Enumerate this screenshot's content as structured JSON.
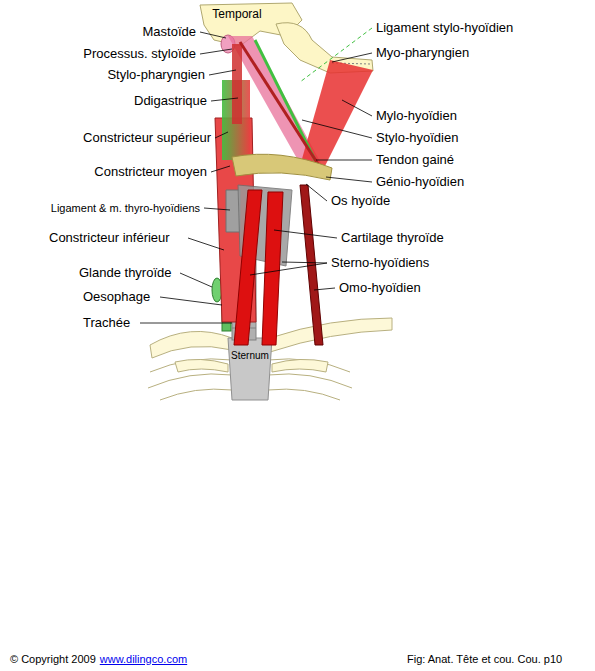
{
  "diagram": {
    "labels": [
      "Temporal",
      "Mastoïde",
      "Processus. styloïde",
      "Stylo-pharyngien",
      "Ddigastrique",
      "Constricteur supérieur",
      "Constricteur moyen",
      "Ligament & m. thyro-hyoïdiens",
      "Constricteur inférieur",
      "Glande thyroïde",
      "Oesophage",
      "Trachée",
      "Sternum",
      "Ligament stylo-hyoïdien",
      "Myo-pharyngien",
      "Mylo-hyoïdien",
      "Stylo-hyoïdien",
      "Tendon gainé",
      "Génio-hyoïdien",
      "Os hyoïde",
      "Cartilage thyroïde",
      "Sterno-hyoïdiens",
      "Omo-hyoïdien",
      "© Copyright 2009",
      "www.dilingco.com",
      "Fig:  Anat. Tête et cou. Cou. p10"
    ]
  }
}
